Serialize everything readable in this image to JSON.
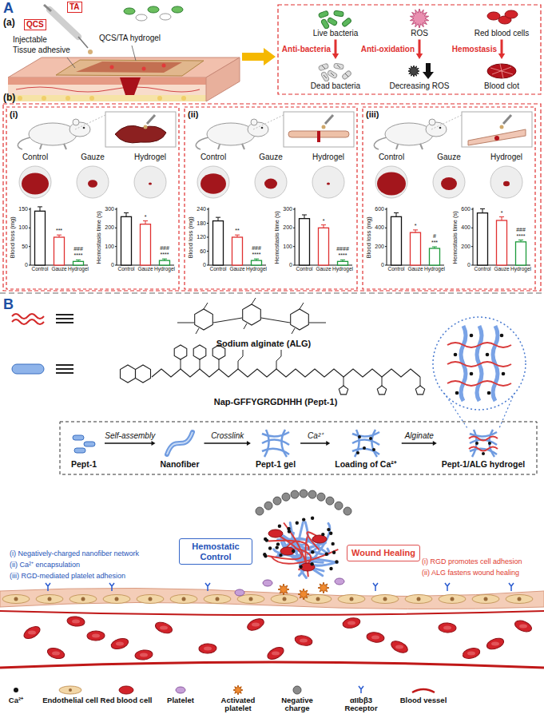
{
  "diagram": {
    "nodes": [
      {
        "text": [
          "Live bacteria"
        ]
      },
      {
        "text": [
          "Dead bacteria"
        ]
      },
      {
        "text": [
          "ROS"
        ]
      },
      {
        "text": [
          "Decreasing ROS"
        ]
      },
      {
        "text": [
          "Red blood cells"
        ]
      },
      {
        "text": [
          "Blood clot"
        ]
      },
      {
        "text": [
          "Pept-1"
        ]
      },
      {
        "text": [
          "Nanofiber"
        ]
      },
      {
        "text": [
          "Pept-1 gel"
        ]
      },
      {
        "text": [
          "Loading of Ca²⁺"
        ]
      },
      {
        "text": [
          "Pept-1/ALG hydrogel"
        ]
      },
      {
        "text": [
          "Hemostatic Control"
        ]
      },
      {
        "text": [
          "Wound Healing"
        ]
      }
    ],
    "edges": [
      {
        "from": 0,
        "to": 1,
        "label": "Anti-bacteria",
        "arrow": "to"
      },
      {
        "from": 2,
        "to": 3,
        "label": "Anti-oxidation",
        "arrow": "to"
      },
      {
        "from": 4,
        "to": 5,
        "label": "Hemostasis",
        "arrow": "to"
      },
      {
        "from": 6,
        "to": 7,
        "label": "Self-assembly",
        "arrow": "to"
      },
      {
        "from": 7,
        "to": 8,
        "label": "Crosslink",
        "arrow": "to"
      },
      {
        "from": 8,
        "to": 9,
        "label": "Ca²⁺",
        "arrow": "to"
      },
      {
        "from": 9,
        "to": 10,
        "label": "Alginate",
        "arrow": "to"
      }
    ],
    "labels": [
      "A",
      "(a)",
      "TA",
      "QCS",
      "Injectable",
      "QCS/TA hydrogel",
      "Tissue adhesive",
      "(b)",
      "(i)",
      "Control",
      "Gauze",
      "Hydrogel",
      "Blood loss (mg)",
      "0",
      "50",
      "100",
      "150",
      "Control",
      "Gauze",
      "Hydrogel",
      "***",
      "###",
      "****",
      "Hemostasis time (s)",
      "0",
      "100",
      "200",
      "300",
      "Control",
      "Gauze",
      "Hydrogel",
      "*",
      "###",
      "****",
      "(ii)",
      "Control",
      "Gauze",
      "Hydrogel",
      "Blood loss (mg)",
      "0",
      "60",
      "120",
      "180",
      "240",
      "Control",
      "Gauze",
      "Hydrogel",
      "**",
      "###",
      "****",
      "Hemostasis time (s)",
      "0",
      "100",
      "200",
      "300",
      "Control",
      "Gauze",
      "Hydrogel",
      "*",
      "####",
      "****",
      "(iii)",
      "Control",
      "Gauze",
      "Hydrogel",
      "Blood loss (mg)",
      "0",
      "200",
      "400",
      "600",
      "Control",
      "Gauze",
      "Hydrogel",
      "*",
      "#",
      "***",
      "Hemostasis time (s)",
      "0",
      "200",
      "400",
      "600",
      "Control",
      "Gauze",
      "Hydrogel",
      "*",
      "###",
      "****",
      "B",
      "Sodium alginate (ALG)",
      "Nap-GFFYGRGDHHH (Pept-1)",
      "(i) Negatively-charged nanofiber network",
      "(ii) Ca²⁺ encapsulation",
      "(iii) RGD-mediated platelet adhesion",
      "(i) RGD promotes cell adhesion",
      "(ii) ALG fastens wound healing"
    ],
    "legend": [
      {
        "text": "Ca²⁺"
      },
      {
        "text": "Endothelial cell"
      },
      {
        "text": "Red blood cell"
      },
      {
        "text": "Platelet"
      },
      {
        "text": "Activated platelet"
      },
      {
        "text": "Negative charge"
      },
      {
        "text": "αIIbβ3 Receptor"
      },
      {
        "text": "Blood vessel"
      }
    ]
  }
}
